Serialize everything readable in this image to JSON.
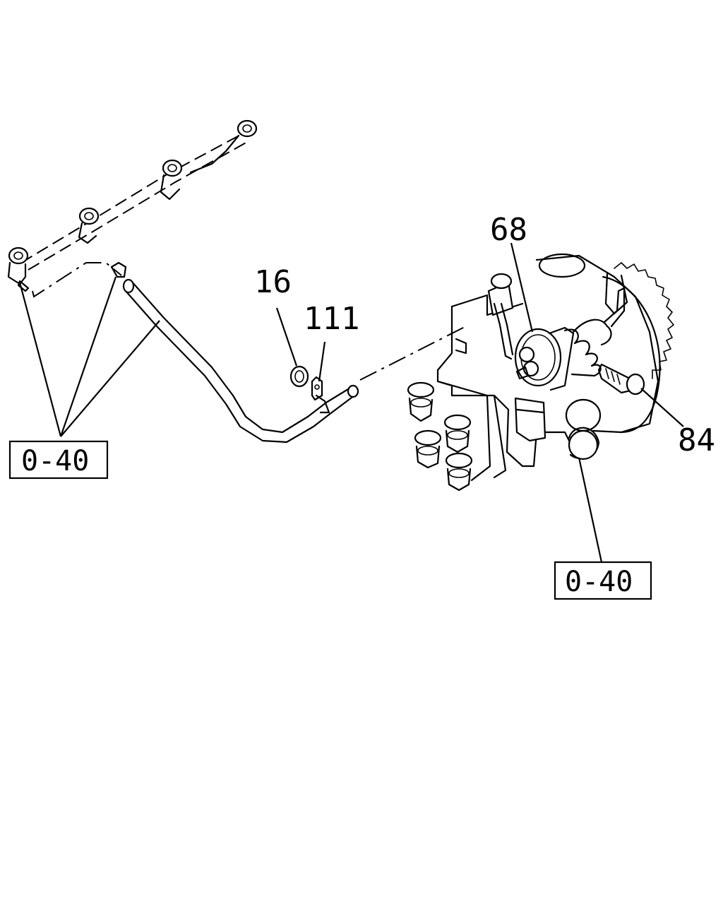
{
  "callouts": {
    "c68": "68",
    "c16": "16",
    "c111": "111",
    "c84": "84"
  },
  "references": {
    "left": "0-40",
    "right": "0-40"
  }
}
